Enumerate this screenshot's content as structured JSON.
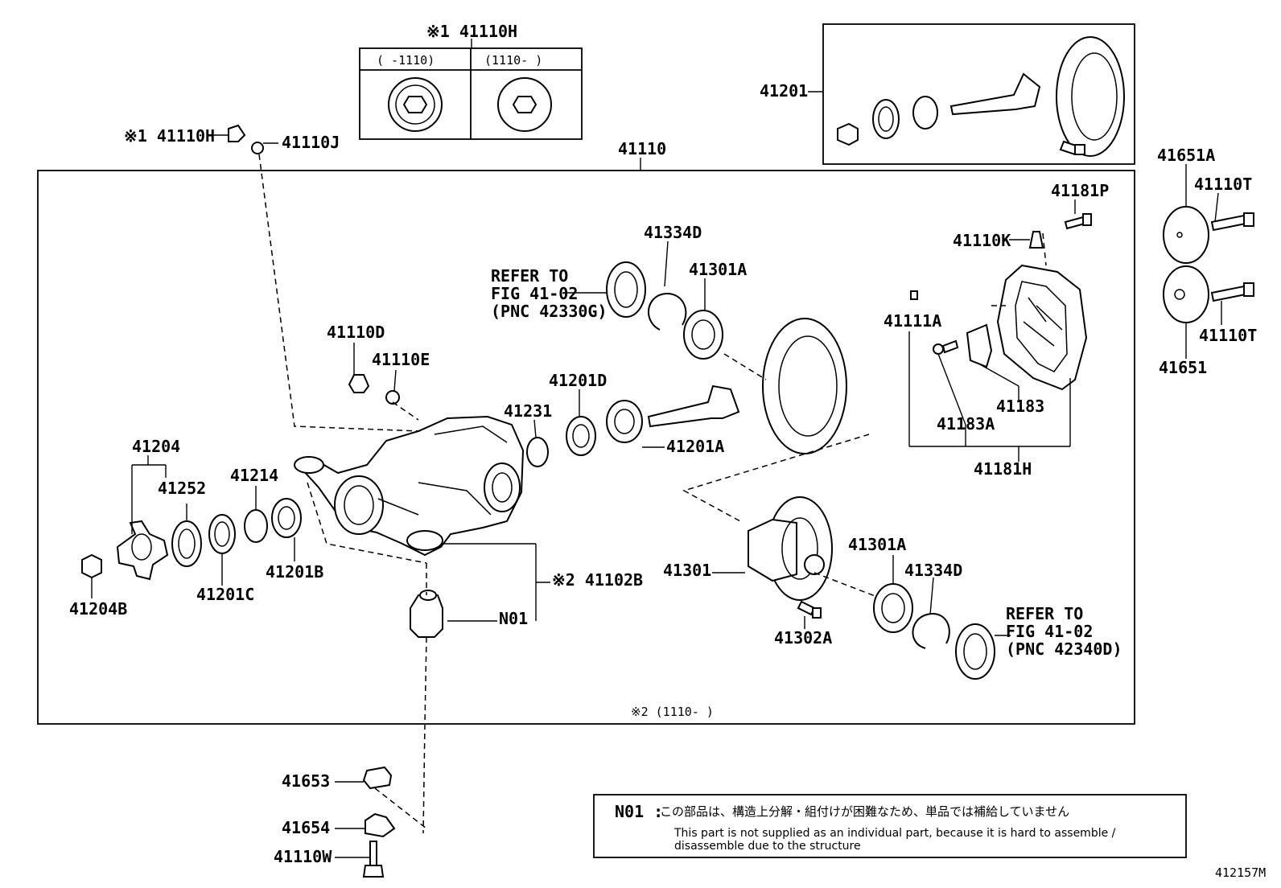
{
  "diagram_id": "412157M",
  "callouts": {
    "p41110H_top": "※1 41110H",
    "inset_left_range": "(      -1110)",
    "inset_right_range": "(1110-      )",
    "p41110H_side": "※1 41110H",
    "p41110J": "41110J",
    "p41110": "41110",
    "p41201_top": "41201",
    "p41651A": "41651A",
    "p41110T_a": "41110T",
    "p41651": "41651",
    "p41110T_b": "41110T",
    "p41181P": "41181P",
    "p41110K": "41110K",
    "p41111A": "41111A",
    "p41183A": "41183A",
    "p41183": "41183",
    "p41181H": "41181H",
    "p41334D_top": "41334D",
    "p41301A_top": "41301A",
    "refer_top_1": "REFER TO",
    "refer_top_2": "FIG 41-02",
    "refer_top_3": "(PNC 42330G)",
    "p41110D": "41110D",
    "p41110E": "41110E",
    "p41201D": "41201D",
    "p41231": "41231",
    "p41201A": "41201A",
    "p41204": "41204",
    "p41252": "41252",
    "p41214": "41214",
    "p41204B": "41204B",
    "p41201C": "41201C",
    "p41201B": "41201B",
    "p41102B": "※2 41102B",
    "pN01": "N01",
    "p41301": "41301",
    "p41302A": "41302A",
    "p41301A_bot": "41301A",
    "p41334D_bot": "41334D",
    "refer_bot_1": "REFER TO",
    "refer_bot_2": "FIG 41-02",
    "refer_bot_3": "(PNC 42340D)",
    "range_note": "※2 (1110-      )",
    "p41653": "41653",
    "p41654": "41654",
    "p41110W": "41110W"
  },
  "note": {
    "label": "N01 :",
    "japanese": "この部品は、構造上分解・組付けが困難なため、単品では補給していません",
    "english_1": "This part is not supplied as an individual part, because it is hard to assemble /",
    "english_2": "disassemble due to the structure"
  }
}
